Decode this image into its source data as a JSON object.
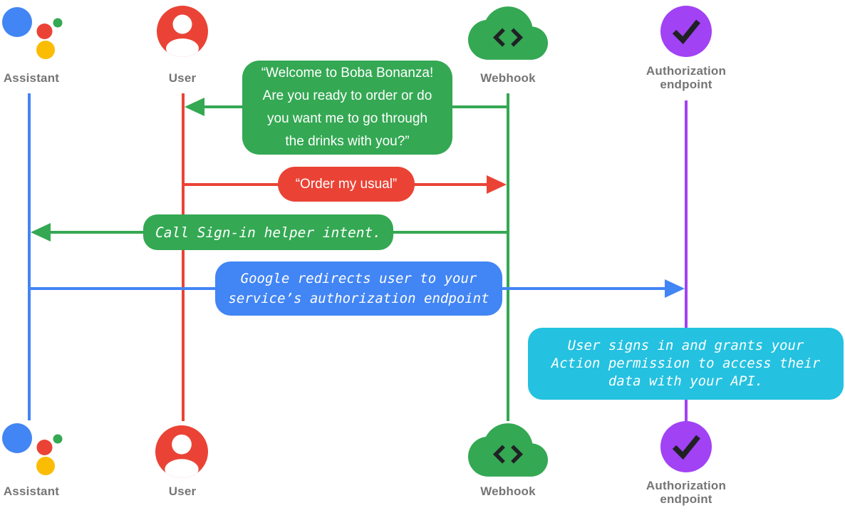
{
  "colors": {
    "assistant_blue": "#4285F4",
    "user_red": "#EA4335",
    "webhook_green": "#34A853",
    "auth_purple": "#A142F4",
    "assistant_yellow": "#FBBC04",
    "assistant_green": "#34A853",
    "note_cyan": "#24C1E0",
    "glyph_black": "#202124",
    "label_gray": "#757575"
  },
  "actors": {
    "assistant": {
      "label": "Assistant"
    },
    "user": {
      "label": "User"
    },
    "webhook": {
      "label": "Webhook"
    },
    "auth": {
      "label": "Authorization endpoint"
    }
  },
  "messages": {
    "welcome": {
      "from": "Webhook",
      "to": "User",
      "text": "“Welcome to Boba Bonanza! Are you ready to order or do you want me to go through the drinks with you?”"
    },
    "order": {
      "from": "User",
      "to": "Webhook",
      "text": "“Order my usual”"
    },
    "signin_helper": {
      "from": "Webhook",
      "to": "Assistant",
      "text": "Call Sign-in helper intent."
    },
    "redirect": {
      "from": "Assistant",
      "to": "Authorization endpoint",
      "text": "Google redirects user to your service’s authorization endpoint"
    },
    "note": {
      "anchor": "Authorization endpoint",
      "text": "User signs in and grants your Action permission to access their data with your API."
    }
  }
}
